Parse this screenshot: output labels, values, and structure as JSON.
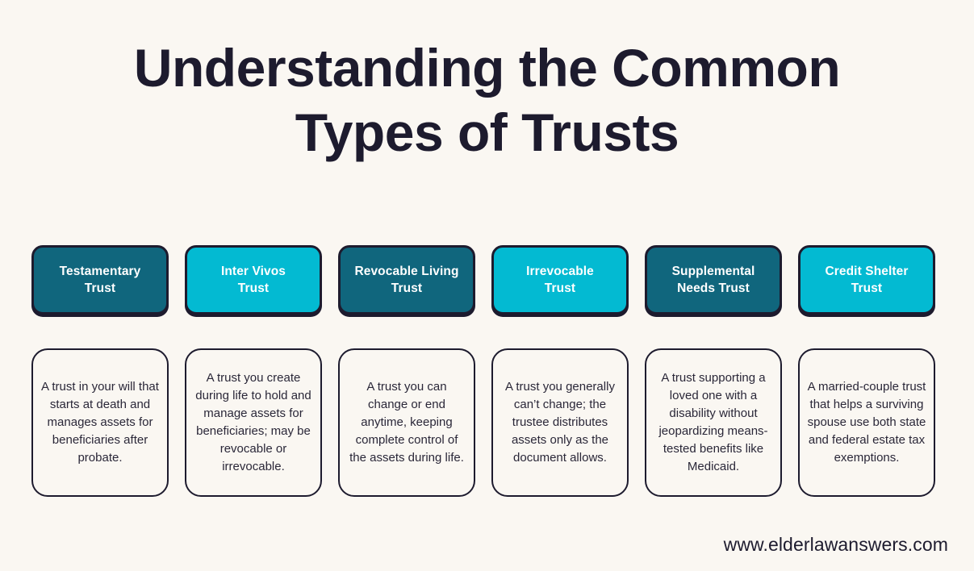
{
  "title": {
    "line1": "Understanding the Common",
    "line2": "Types of Trusts"
  },
  "colors": {
    "background": "#faf7f2",
    "ink": "#1d1b2e",
    "teal_dark": "#10667d",
    "cyan_light": "#03bad2",
    "card_label": "#ffffff"
  },
  "trusts": [
    {
      "name": "Testamentary Trust",
      "label": "Testamentary\nTrust",
      "theme": "dark",
      "description": "A trust in your will that starts at death and manages assets for beneficiaries after probate."
    },
    {
      "name": "Inter Vivos Trust",
      "label": "Inter Vivos\nTrust",
      "theme": "light",
      "description": "A trust you create during life to hold and manage assets for beneficiaries; may be revocable or irrevocable."
    },
    {
      "name": "Revocable Living Trust",
      "label": "Revocable Living\nTrust",
      "theme": "dark",
      "description": "A trust you can change or end anytime, keeping complete control of the assets during life."
    },
    {
      "name": "Irrevocable Trust",
      "label": "Irrevocable\nTrust",
      "theme": "light",
      "description": "A trust you generally can’t change; the trustee distributes assets only as the document allows."
    },
    {
      "name": "Supplemental Needs Trust",
      "label": "Supplemental\nNeeds Trust",
      "theme": "dark",
      "description": "A trust supporting a loved one with a disability without jeopardizing means-tested benefits like Medicaid."
    },
    {
      "name": "Credit Shelter Trust",
      "label": "Credit Shelter\nTrust",
      "theme": "light",
      "description": "A married-couple trust that helps a surviving spouse use both state and federal estate tax exemptions."
    }
  ],
  "footer": {
    "url": "www.elderlawanswers.com"
  }
}
